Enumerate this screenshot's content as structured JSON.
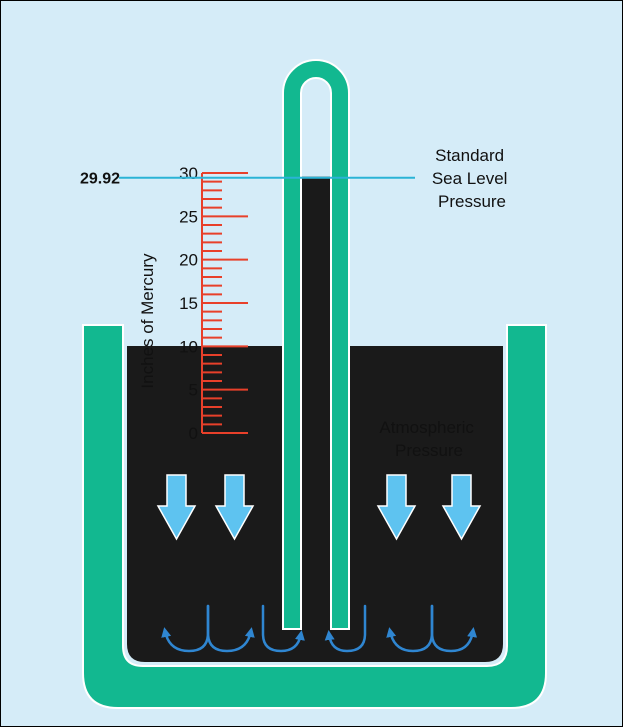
{
  "colors": {
    "background": "#d5ecf8",
    "tube_fill": "#12b890",
    "tube_outline": "#ffffff",
    "mercury": "#1a1a1a",
    "scale": "#e8402a",
    "pressure_line": "#2bb3d6",
    "arrow_fill": "#5ec3f0",
    "circulation_arrow": "#2f86d1"
  },
  "scale": {
    "axis_label": "Inches of Mercury",
    "min": 0,
    "max": 30,
    "major_step": 5,
    "minor_step": 1,
    "tick_labels": [
      "0",
      "5",
      "10",
      "15",
      "20",
      "25",
      "30"
    ]
  },
  "reading": {
    "value": 29.92,
    "value_label": "29.92",
    "label_lines": [
      "Standard",
      "Sea Level",
      "Pressure"
    ]
  },
  "atmosphere": {
    "label_lines": [
      "Atmospheric",
      "Pressure"
    ],
    "icons": [
      "down-arrow-icon",
      "down-arrow-icon",
      "down-arrow-icon",
      "down-arrow-icon"
    ]
  },
  "circulation": {
    "icons": [
      "curved-arrow-icon"
    ]
  }
}
